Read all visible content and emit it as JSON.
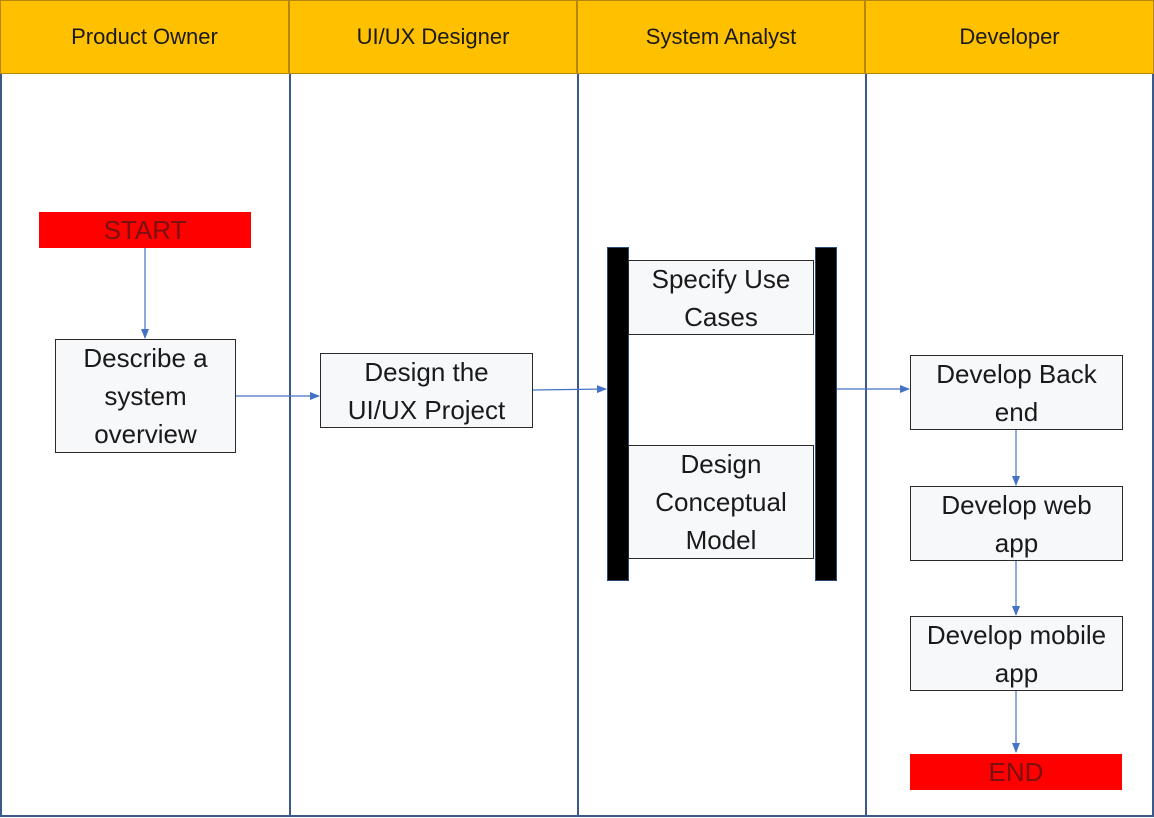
{
  "lanes": [
    {
      "label": "Product Owner"
    },
    {
      "label": "UI/UX Designer"
    },
    {
      "label": "System Analyst"
    },
    {
      "label": "Developer"
    }
  ],
  "nodes": {
    "start": "START",
    "describe_system_overview": "Describe a system overview",
    "design_uiux_project": "Design the UI/UX Project",
    "specify_use_cases": "Specify Use Cases",
    "design_conceptual_model": "Design Conceptual Model",
    "develop_back_end": "Develop Back end",
    "develop_web_app": "Develop web app",
    "develop_mobile_app": "Develop mobile app",
    "end": "END"
  },
  "colors": {
    "header_fill": "#ffc000",
    "terminal_fill": "#ff0000",
    "lane_border": "#3b5a8a",
    "arrow": "#4472c4",
    "fork_bar": "#000000"
  }
}
